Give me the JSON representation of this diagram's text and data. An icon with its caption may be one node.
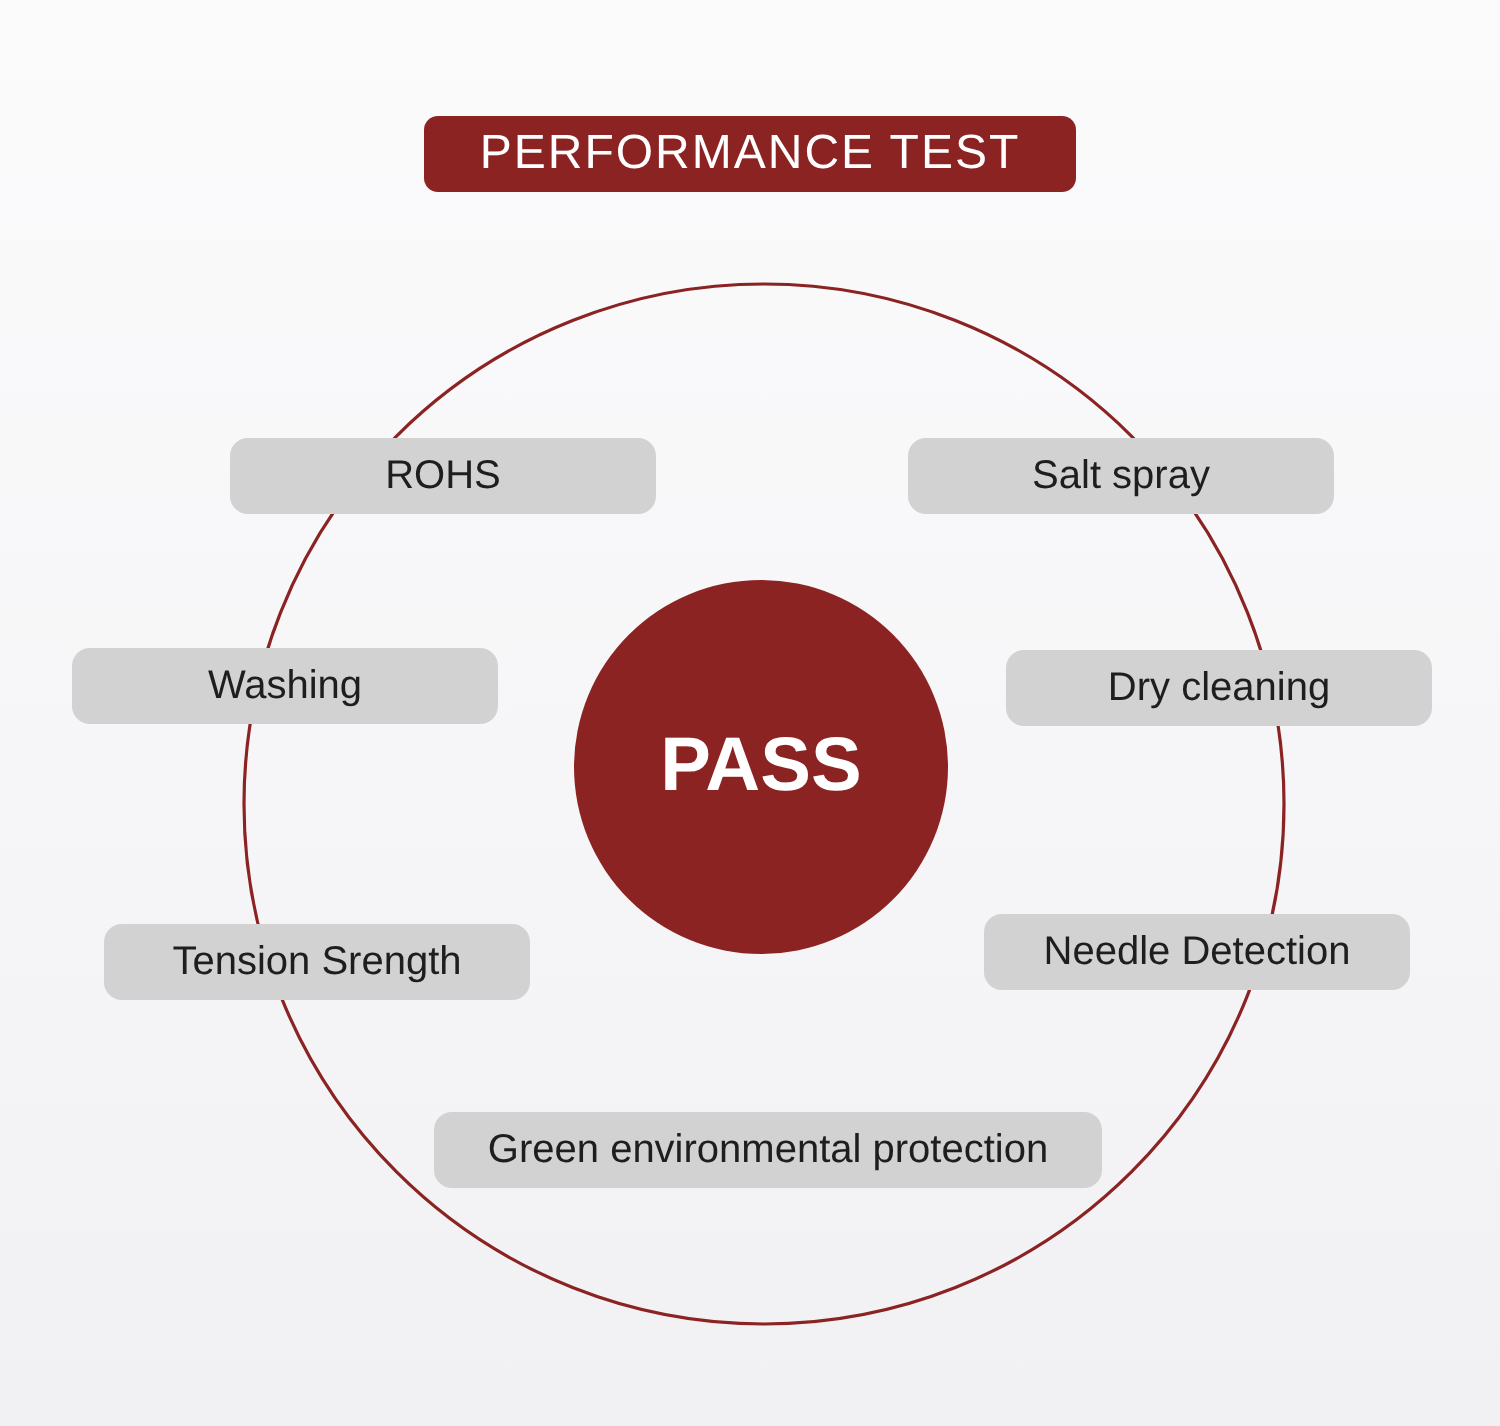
{
  "diagram": {
    "title": "PERFORMANCE TEST",
    "nodes": [
      {
        "text": [
          "ROHS"
        ]
      },
      {
        "text": [
          "Salt spray"
        ]
      },
      {
        "text": [
          "Washing"
        ]
      },
      {
        "text": [
          "Dry cleaning"
        ]
      },
      {
        "text": [
          "PASS"
        ]
      },
      {
        "text": [
          "Tension Srength"
        ]
      },
      {
        "text": [
          "Needle Detection"
        ]
      },
      {
        "text": [
          "Green environmental protection"
        ]
      }
    ]
  }
}
